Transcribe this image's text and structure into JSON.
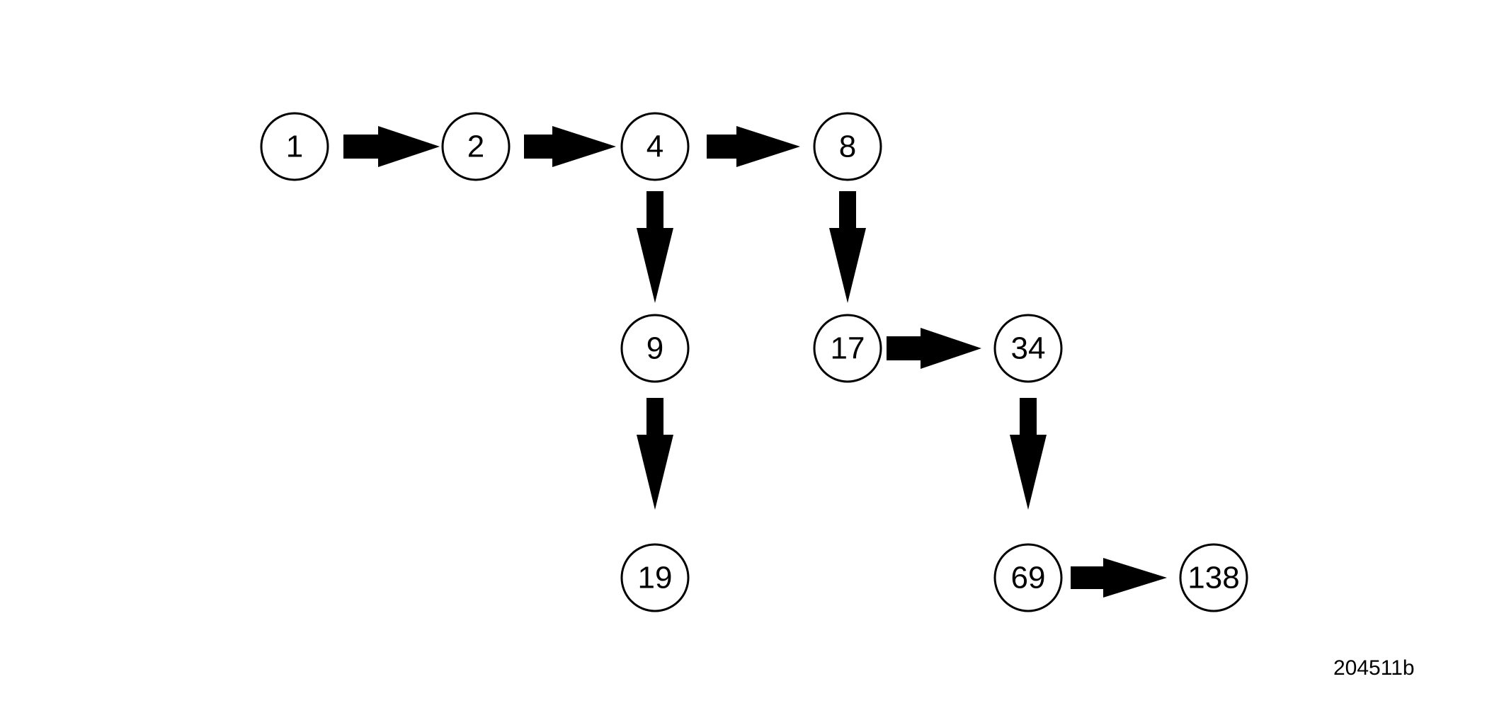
{
  "diagram": {
    "nodes": [
      {
        "id": "n1",
        "label": "1"
      },
      {
        "id": "n2",
        "label": "2"
      },
      {
        "id": "n4",
        "label": "4"
      },
      {
        "id": "n8",
        "label": "8"
      },
      {
        "id": "n9",
        "label": "9"
      },
      {
        "id": "n17",
        "label": "17"
      },
      {
        "id": "n34",
        "label": "34"
      },
      {
        "id": "n19",
        "label": "19"
      },
      {
        "id": "n69",
        "label": "69"
      },
      {
        "id": "n138",
        "label": "138"
      }
    ],
    "edges": [
      {
        "from": "n1",
        "to": "n2"
      },
      {
        "from": "n2",
        "to": "n4"
      },
      {
        "from": "n4",
        "to": "n8"
      },
      {
        "from": "n4",
        "to": "n9"
      },
      {
        "from": "n8",
        "to": "n17"
      },
      {
        "from": "n9",
        "to": "n19"
      },
      {
        "from": "n17",
        "to": "n34"
      },
      {
        "from": "n34",
        "to": "n69"
      },
      {
        "from": "n69",
        "to": "n138"
      }
    ]
  },
  "figure_id": "204511b"
}
